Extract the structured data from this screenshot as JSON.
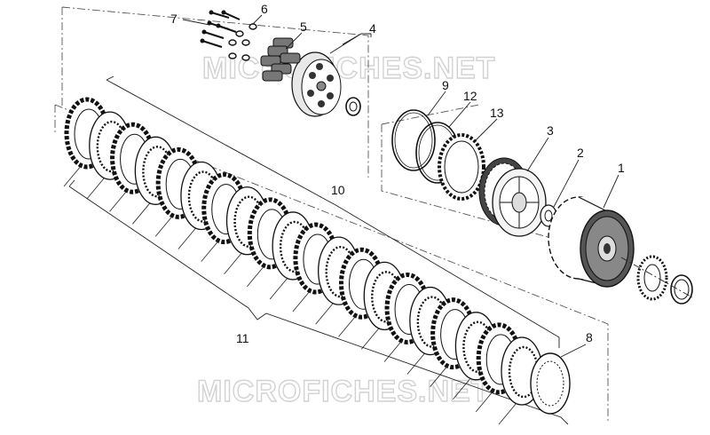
{
  "watermarks": [
    "MICROFICHES.NET",
    "MICROFICHES.NET"
  ],
  "callouts": [
    {
      "id": "c1",
      "label": "1"
    },
    {
      "id": "c2",
      "label": "2"
    },
    {
      "id": "c3",
      "label": "3"
    },
    {
      "id": "c4",
      "label": "4"
    },
    {
      "id": "c5",
      "label": "5"
    },
    {
      "id": "c6",
      "label": "6"
    },
    {
      "id": "c7",
      "label": "7"
    },
    {
      "id": "c8",
      "label": "8"
    },
    {
      "id": "c9",
      "label": "9"
    },
    {
      "id": "c10",
      "label": "10"
    },
    {
      "id": "c11",
      "label": "11"
    },
    {
      "id": "c12",
      "label": "12"
    },
    {
      "id": "c13",
      "label": "13"
    }
  ],
  "colors": {
    "ink": "#111111",
    "watermark": "#d2d2d2",
    "paper": "#ffffff"
  }
}
